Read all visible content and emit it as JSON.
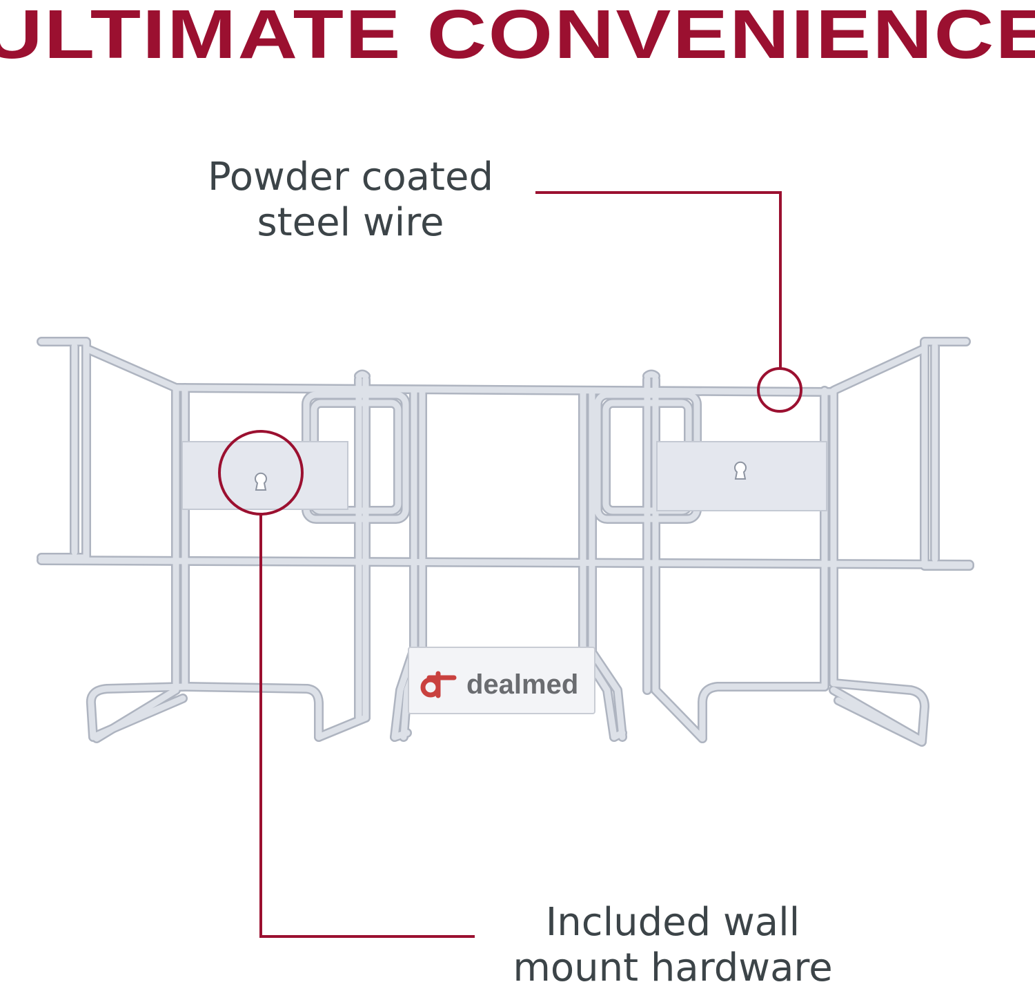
{
  "headline": "ULTIMATE CONVENIENCE",
  "callouts": {
    "top": [
      "Powder coated",
      "steel wire"
    ],
    "bottom": [
      "Included wall",
      "mount hardware"
    ]
  },
  "brand": {
    "name": "dealmed"
  },
  "colors": {
    "accent": "#9b1030",
    "text": "#3c4448",
    "wire": "#d8dce4",
    "wire_shadow": "#aeb4c0",
    "background": "#ffffff"
  }
}
